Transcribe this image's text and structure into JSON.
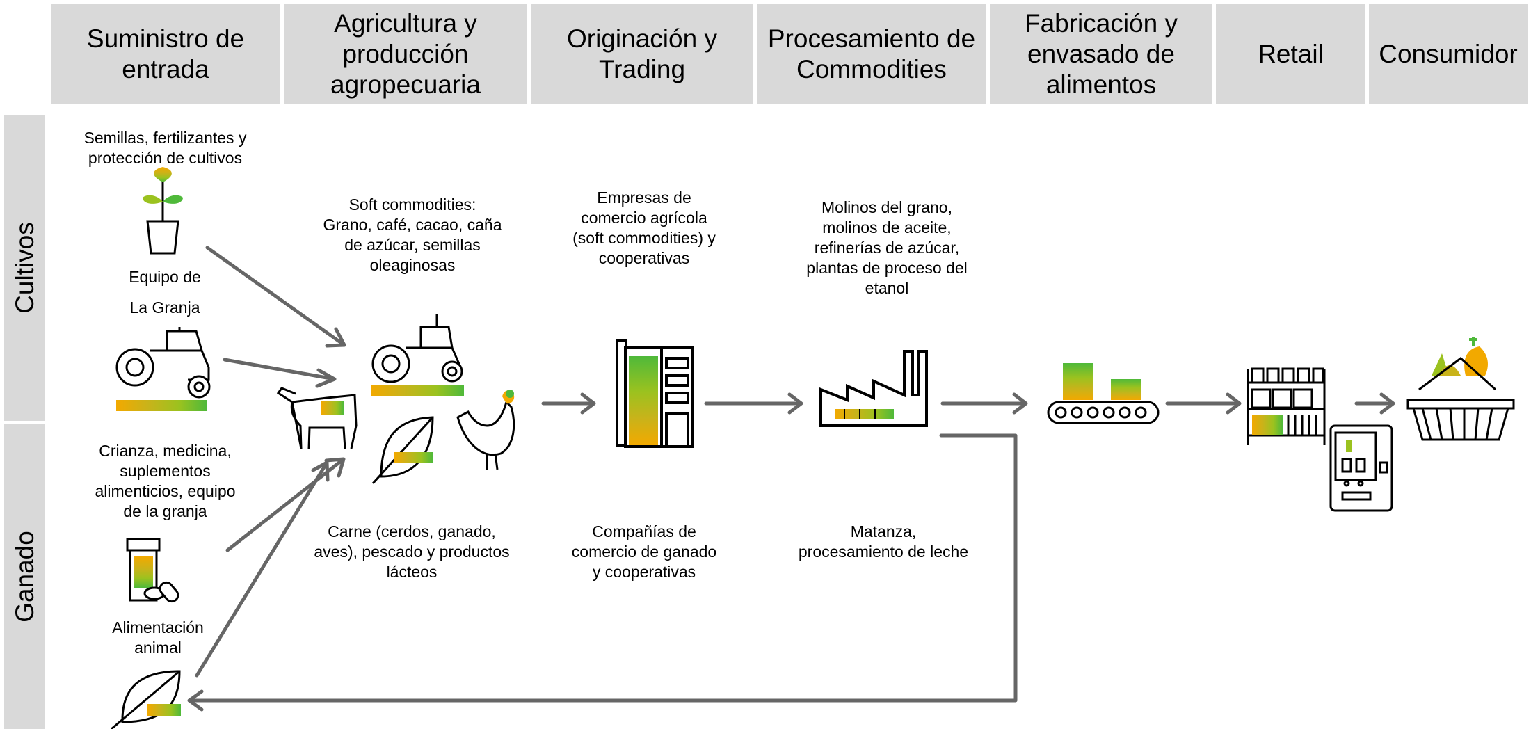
{
  "headers": [
    {
      "id": "h1",
      "line1": "Suministro de",
      "line2": "entrada",
      "line3": ""
    },
    {
      "id": "h2",
      "line1": "Agricultura y",
      "line2": "producción",
      "line3": "agropecuaria"
    },
    {
      "id": "h3",
      "line1": "Originación y",
      "line2": "Trading",
      "line3": ""
    },
    {
      "id": "h4",
      "line1": "Procesamiento de",
      "line2": "Commodities",
      "line3": ""
    },
    {
      "id": "h5",
      "line1": "Fabricación y",
      "line2": "envasado de",
      "line3": "alimentos"
    },
    {
      "id": "h6",
      "line1": "Retail",
      "line2": "",
      "line3": ""
    },
    {
      "id": "h7",
      "line1": "Consumidor",
      "line2": "",
      "line3": ""
    }
  ],
  "rows": {
    "crops": "Cultivos",
    "livestock": "Ganado"
  },
  "labels": {
    "seeds": [
      "Semillas, fertilizantes y",
      "protección de cultivos"
    ],
    "farm_equipment": [
      "Equipo de",
      "La Granja"
    ],
    "soft_commodities": [
      "Soft commodities:",
      "Grano, café, cacao, caña",
      "de azúcar, semillas",
      "oleaginosas"
    ],
    "trading_crops": [
      "Empresas de",
      "comercio agrícola",
      "(soft commodities) y",
      "cooperativas"
    ],
    "processing_crops": [
      "Molinos del grano,",
      "molinos de aceite,",
      "refinerías de azúcar,",
      "plantas de proceso del",
      "etanol"
    ],
    "breeding": [
      "Crianza, medicina,",
      "suplementos",
      "alimenticios, equipo",
      "de la granja"
    ],
    "meat": [
      "Carne (cerdos, ganado,",
      "aves), pescado y productos",
      "lácteos"
    ],
    "trading_livestock": [
      "Compañías de",
      "comercio de ganado",
      "y cooperativas"
    ],
    "processing_livestock": [
      "Matanza,",
      "procesamiento de leche"
    ],
    "animal_feed": [
      "Alimentación",
      "animal"
    ]
  },
  "colors": {
    "header_bg": "#d9d9d9",
    "arrow": "#666666",
    "gradient": [
      "#f2a900",
      "#c9b31a",
      "#9bc21f",
      "#4fb93a"
    ]
  },
  "icons": [
    "plant-pot-icon",
    "tractor-icon",
    "medicine-bottle-icon",
    "leaf-icon",
    "cow-icon",
    "rooster-icon",
    "building-icon",
    "factory-icon",
    "conveyor-belt-icon",
    "store-shelf-icon",
    "vending-machine-icon",
    "shopping-basket-icon"
  ]
}
